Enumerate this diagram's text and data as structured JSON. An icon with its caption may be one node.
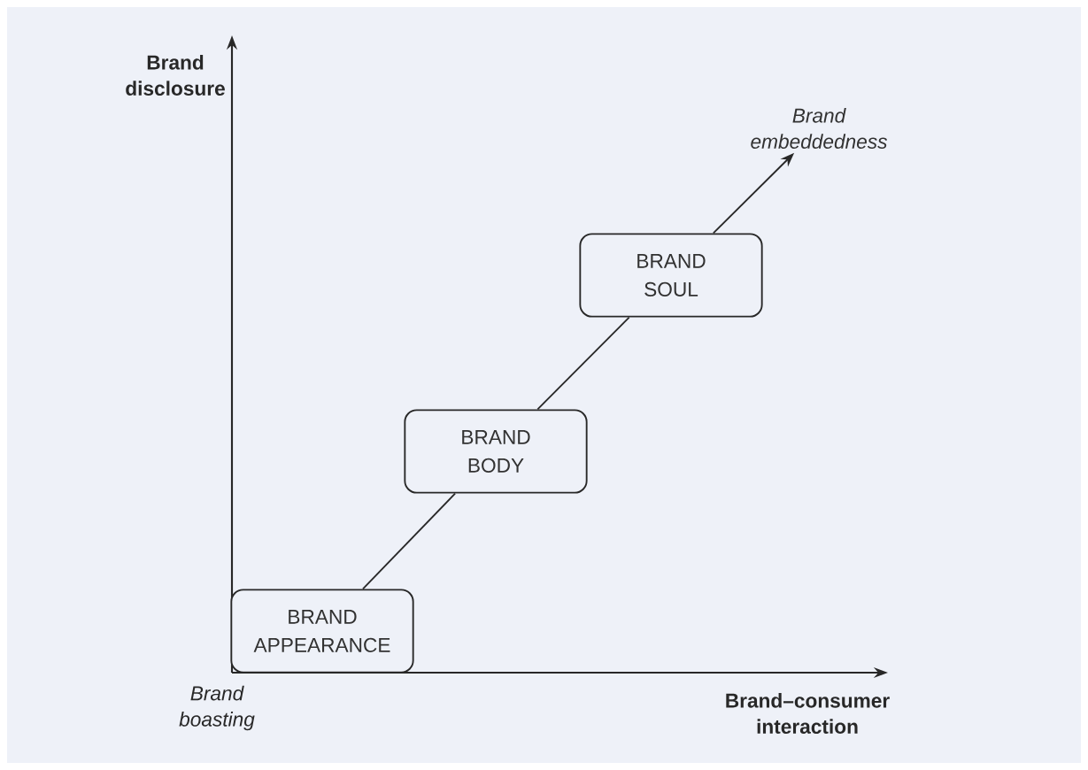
{
  "diagram": {
    "nodes": [
      {
        "text": [
          "BRAND APPEARANCE"
        ]
      },
      {
        "text": [
          "BRAND BODY"
        ]
      },
      {
        "text": [
          "BRAND SOUL"
        ]
      },
      {
        "text": [
          "Brand embeddedness"
        ]
      }
    ],
    "edges": [
      {
        "from": 0,
        "to": 1,
        "arrow": "none"
      },
      {
        "from": 1,
        "to": 2,
        "arrow": "none"
      },
      {
        "from": 2,
        "to": 3,
        "arrow": "to"
      }
    ],
    "labels": [
      "Brand disclosure",
      "Brand–consumer interaction",
      "Brand boasting"
    ]
  }
}
